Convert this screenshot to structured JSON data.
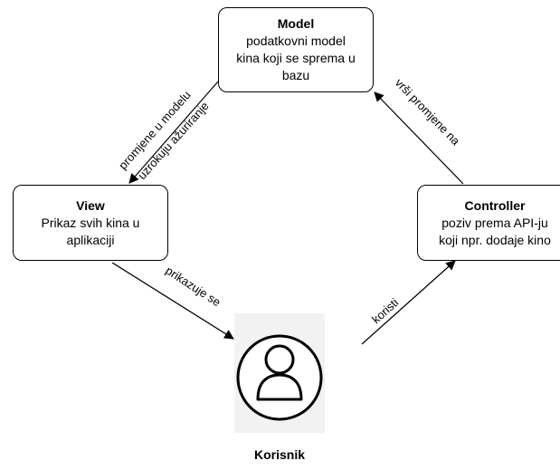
{
  "model": {
    "title": "Model",
    "lines": [
      "podatkovni model",
      "kina koji se sprema u",
      "bazu"
    ]
  },
  "view": {
    "title": "View",
    "lines": [
      "Prikaz svih kina u",
      "aplikaciji"
    ]
  },
  "controller": {
    "title": "Controller",
    "lines": [
      "poziv prema API-ju",
      "koji npr. dodaje kino"
    ]
  },
  "edges": {
    "model_to_view_line1": "promjene u modelu",
    "model_to_view_line2": "uzrokuju ažuriranje",
    "controller_to_model": "vrši promjene na",
    "view_to_user": "prikazuje se",
    "user_to_controller": "koristi"
  },
  "user": {
    "label": "Korisnik",
    "icon": "user-icon"
  }
}
